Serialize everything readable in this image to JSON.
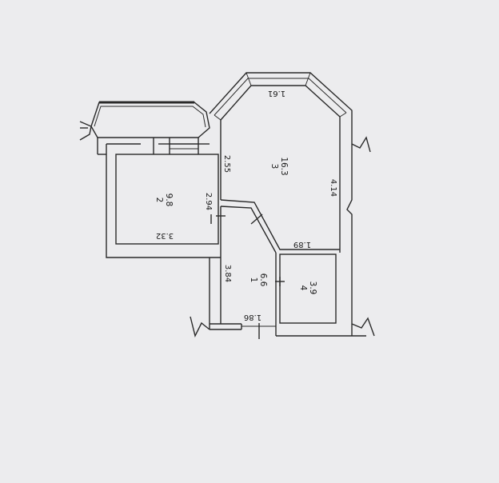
{
  "colors": {
    "paper": "#ececee",
    "wall": "#2a2a2a",
    "ink": "#1a1a1a"
  },
  "rooms": [
    {
      "number": "1",
      "area": "6.6"
    },
    {
      "number": "2",
      "area": "9.8"
    },
    {
      "number": "3",
      "area": "16.3"
    },
    {
      "number": "4",
      "area": "3.9"
    }
  ],
  "dimensions": {
    "bay_width": "1.61",
    "room3_height": "2.55",
    "room3_right": "4.14",
    "room2_height": "2.94",
    "room2_width": "3.32",
    "hall_height": "3.84",
    "bath_width": "1.89",
    "hall_width": "1.86"
  }
}
